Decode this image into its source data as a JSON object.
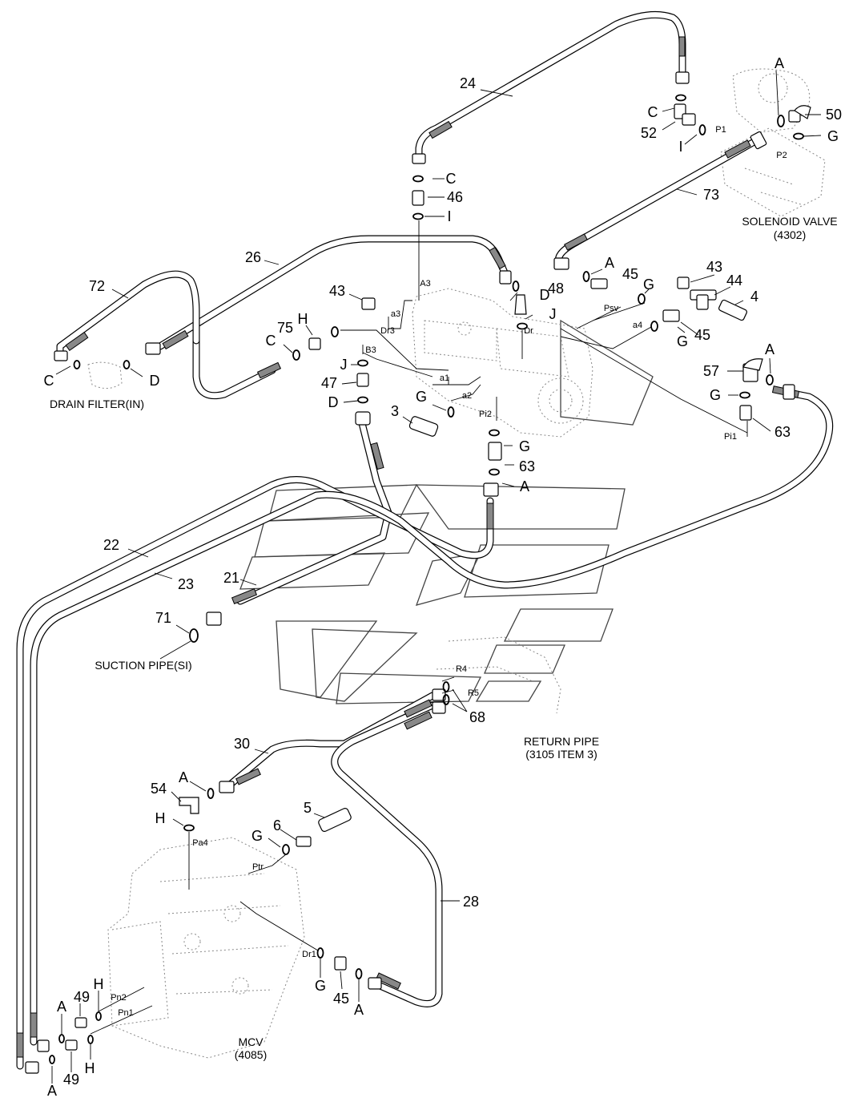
{
  "callouts": [
    {
      "id": "c24",
      "text": "24"
    },
    {
      "id": "cC1",
      "text": "C"
    },
    {
      "id": "c52",
      "text": "52"
    },
    {
      "id": "cA1",
      "text": "A"
    },
    {
      "id": "c50",
      "text": "50"
    },
    {
      "id": "cP1",
      "text": "P1"
    },
    {
      "id": "cI1",
      "text": "I"
    },
    {
      "id": "cG1",
      "text": "G"
    },
    {
      "id": "cP2",
      "text": "P2"
    },
    {
      "id": "c73",
      "text": "73"
    },
    {
      "id": "cC2",
      "text": "C"
    },
    {
      "id": "c46",
      "text": "46"
    },
    {
      "id": "cI2",
      "text": "I"
    },
    {
      "id": "c26",
      "text": "26"
    },
    {
      "id": "c72",
      "text": "72"
    },
    {
      "id": "cA3",
      "text": "A3"
    },
    {
      "id": "c43a",
      "text": "43"
    },
    {
      "id": "ca3",
      "text": "a3"
    },
    {
      "id": "cDr3",
      "text": "Dr3"
    },
    {
      "id": "cH1",
      "text": "H"
    },
    {
      "id": "c75",
      "text": "75"
    },
    {
      "id": "cC3",
      "text": "C"
    },
    {
      "id": "cB3",
      "text": "B3"
    },
    {
      "id": "cJ1",
      "text": "J"
    },
    {
      "id": "c47",
      "text": "47"
    },
    {
      "id": "cD1",
      "text": "D"
    },
    {
      "id": "cC4",
      "text": "C"
    },
    {
      "id": "cD2",
      "text": "D"
    },
    {
      "id": "cD3",
      "text": "D"
    },
    {
      "id": "c48",
      "text": "48"
    },
    {
      "id": "cJ2",
      "text": "J"
    },
    {
      "id": "cDr",
      "text": "Dr"
    },
    {
      "id": "cA2",
      "text": "A"
    },
    {
      "id": "c45a",
      "text": "45"
    },
    {
      "id": "cG2",
      "text": "G"
    },
    {
      "id": "cPsv",
      "text": "Psv"
    },
    {
      "id": "c43b",
      "text": "43"
    },
    {
      "id": "c44",
      "text": "44"
    },
    {
      "id": "c4",
      "text": "4"
    },
    {
      "id": "ca4",
      "text": "a4"
    },
    {
      "id": "cG3",
      "text": "G"
    },
    {
      "id": "c45b",
      "text": "45"
    },
    {
      "id": "ca1",
      "text": "a1"
    },
    {
      "id": "cG4",
      "text": "G"
    },
    {
      "id": "ca2",
      "text": "a2"
    },
    {
      "id": "cPi2",
      "text": "Pi2"
    },
    {
      "id": "c3",
      "text": "3"
    },
    {
      "id": "cA4",
      "text": "A"
    },
    {
      "id": "c57",
      "text": "57"
    },
    {
      "id": "cG5",
      "text": "G"
    },
    {
      "id": "c63a",
      "text": "63"
    },
    {
      "id": "cPi1",
      "text": "Pi1"
    },
    {
      "id": "cG6",
      "text": "G"
    },
    {
      "id": "c63b",
      "text": "63"
    },
    {
      "id": "cA5",
      "text": "A"
    },
    {
      "id": "c22",
      "text": "22"
    },
    {
      "id": "c23",
      "text": "23"
    },
    {
      "id": "c21",
      "text": "21"
    },
    {
      "id": "c71",
      "text": "71"
    },
    {
      "id": "cR4",
      "text": "R4"
    },
    {
      "id": "cR5",
      "text": "R5"
    },
    {
      "id": "c68",
      "text": "68"
    },
    {
      "id": "c30",
      "text": "30"
    },
    {
      "id": "cA6",
      "text": "A"
    },
    {
      "id": "c54",
      "text": "54"
    },
    {
      "id": "cH2",
      "text": "H"
    },
    {
      "id": "cPa4",
      "text": "Pa4"
    },
    {
      "id": "c5",
      "text": "5"
    },
    {
      "id": "c6",
      "text": "6"
    },
    {
      "id": "cG7",
      "text": "G"
    },
    {
      "id": "cPtr",
      "text": "Ptr"
    },
    {
      "id": "c28",
      "text": "28"
    },
    {
      "id": "cDr1",
      "text": "Dr1"
    },
    {
      "id": "cG8",
      "text": "G"
    },
    {
      "id": "c45c",
      "text": "45"
    },
    {
      "id": "cA7",
      "text": "A"
    },
    {
      "id": "cH3",
      "text": "H"
    },
    {
      "id": "c49a",
      "text": "49"
    },
    {
      "id": "cPn2",
      "text": "Pn2"
    },
    {
      "id": "cA8",
      "text": "A"
    },
    {
      "id": "cPn1",
      "text": "Pn1"
    },
    {
      "id": "cA9",
      "text": "A"
    },
    {
      "id": "c49b",
      "text": "49"
    },
    {
      "id": "cH4",
      "text": "H"
    }
  ],
  "captions": {
    "solenoid_valve": "SOLENOID VALVE",
    "solenoid_valve_ref": "(4302)",
    "drain_filter": "DRAIN FILTER(IN)",
    "suction_pipe": "SUCTION PIPE(SI)",
    "return_pipe": "RETURN PIPE",
    "return_pipe_ref": "(3105 ITEM 3)",
    "mcv": "MCV",
    "mcv_ref": "(4085)"
  }
}
